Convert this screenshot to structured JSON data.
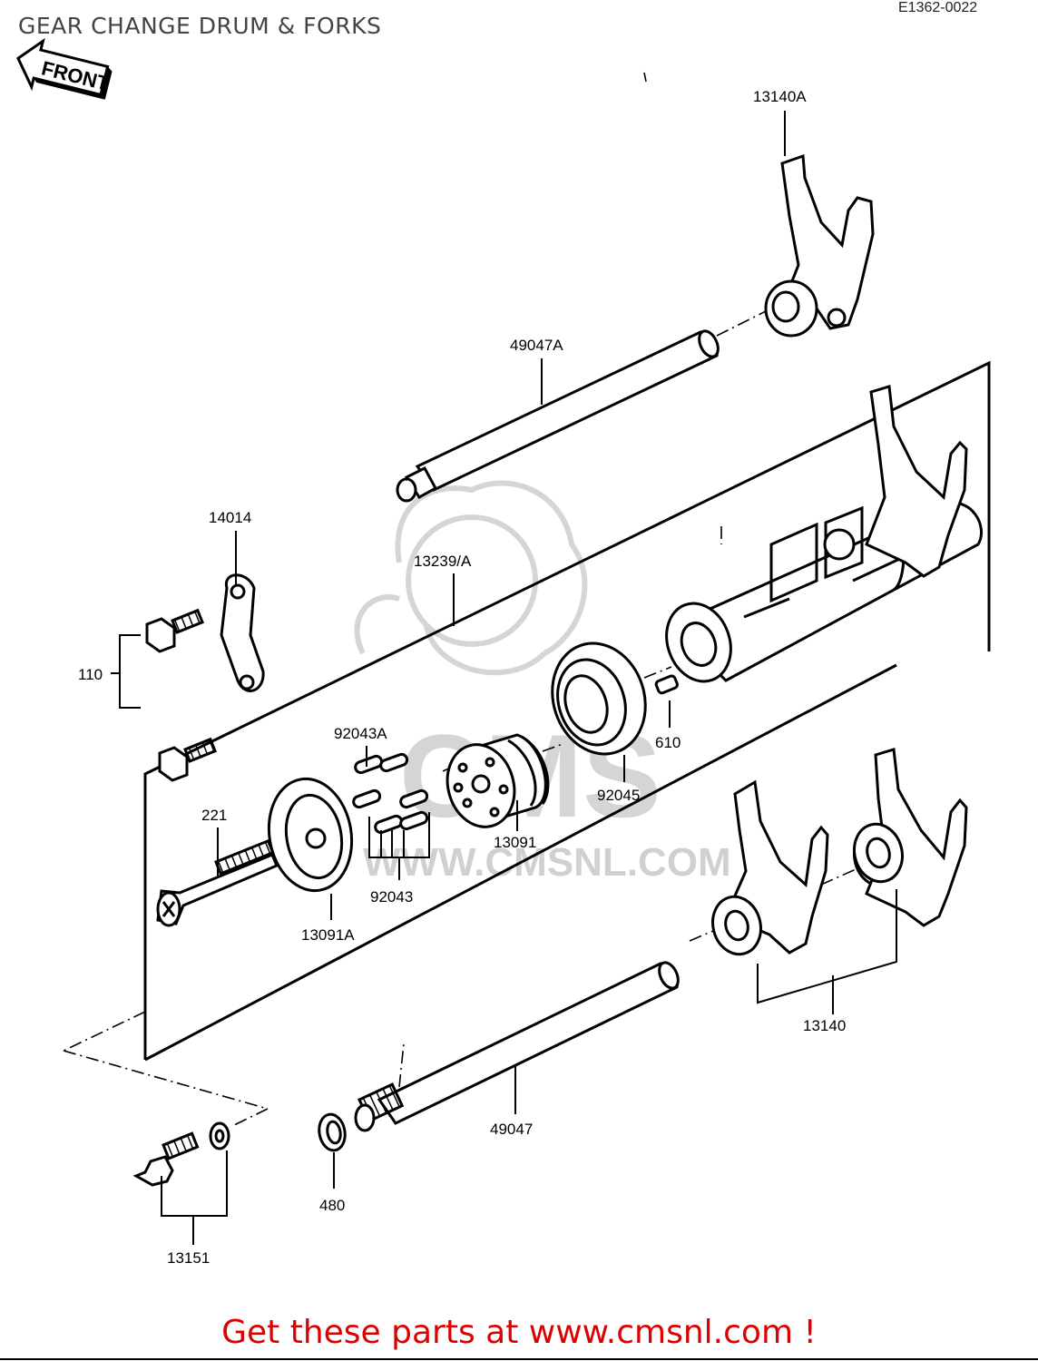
{
  "header": {
    "title": "GEAR CHANGE DRUM & FORKS",
    "code": "E1362-0022",
    "front_marker": "FRONT"
  },
  "watermark": {
    "url": "WWW.CMSNL.COM",
    "logo_letters": "CMS"
  },
  "parts": {
    "p13140A": "13140A",
    "p49047A": "49047A",
    "p14014": "14014",
    "p13239A": "13239/A",
    "p110": "110",
    "p92043A": "92043A",
    "p610": "610",
    "p92045": "92045",
    "p13091": "13091",
    "p221": "221",
    "p92043": "92043",
    "p13091A": "13091A",
    "p13140": "13140",
    "p49047": "49047",
    "p480": "480",
    "p13151": "13151"
  },
  "footer": {
    "text": "Get these parts at www.cmsnl.com !"
  }
}
